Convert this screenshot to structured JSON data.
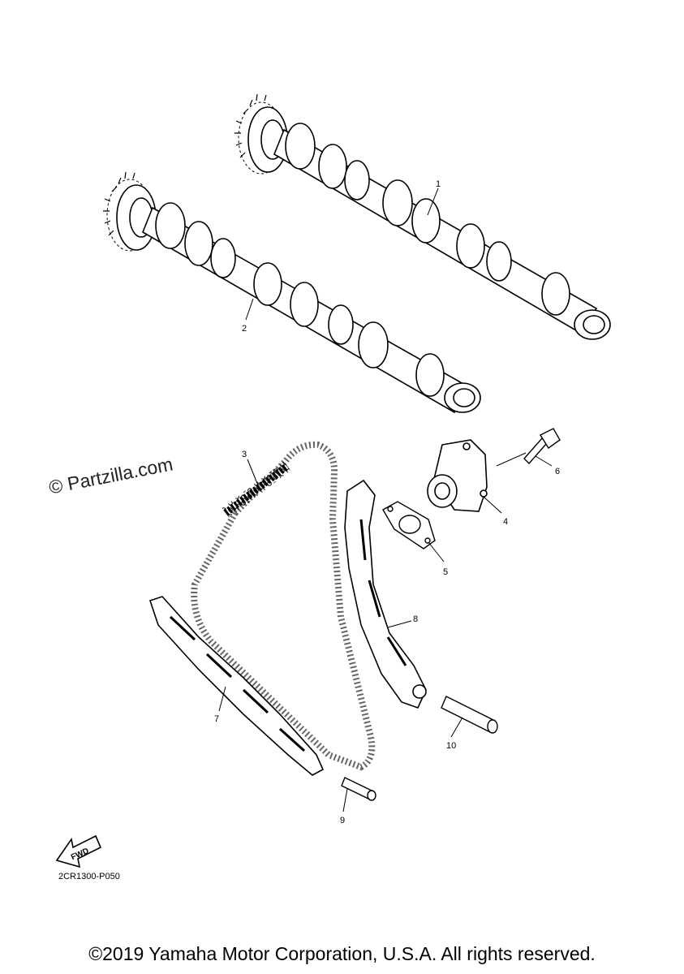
{
  "watermark": "© Partzilla.com",
  "part_code": "2CR1300-P050",
  "fwd_label": "FWD",
  "copyright": "©2019 Yamaha Motor Corporation, U.S.A. All rights reserved.",
  "callouts": {
    "c1": "1",
    "c2": "2",
    "c3": "3",
    "c4": "4",
    "c5": "5",
    "c6": "6",
    "c7": "7",
    "c8": "8",
    "c9": "9",
    "c10": "10"
  }
}
